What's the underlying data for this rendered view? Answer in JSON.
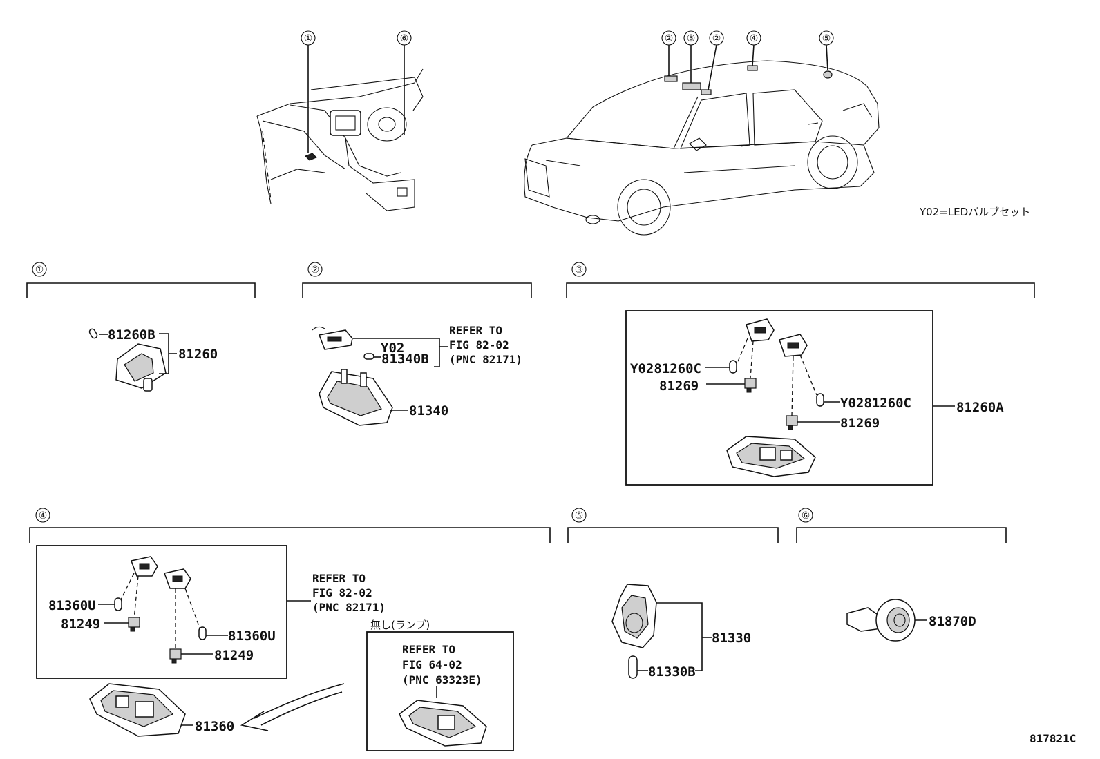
{
  "overview": {
    "dash_callouts": [
      "①",
      "⑥"
    ],
    "car_callouts": [
      "②",
      "③",
      "②",
      "④",
      "⑤"
    ],
    "legend_note": "Y02=LEDバルブセット"
  },
  "sections": {
    "s1": {
      "marker": "①",
      "parts": {
        "bulb": "81260B",
        "assembly": "81260"
      }
    },
    "s2": {
      "marker": "②",
      "parts": {
        "variant": "Y02",
        "bulb": "81340B",
        "assembly": "81340"
      },
      "refer": [
        "REFER TO",
        "FIG 82-02",
        "(PNC 82171)"
      ]
    },
    "s3": {
      "marker": "③",
      "parts": {
        "bulb_left": "Y0281260C",
        "socket_left": "81269",
        "bulb_right": "Y0281260C",
        "socket_right": "81269",
        "assembly": "81260A"
      }
    },
    "s4": {
      "marker": "④",
      "parts": {
        "bulb_left": "81360U",
        "socket_left": "81249",
        "bulb_right": "81360U",
        "socket_right": "81249",
        "assembly": "81360"
      },
      "refer": [
        "REFER TO",
        "FIG 82-02",
        "(PNC 82171)"
      ],
      "alt_caption": "無し(ランプ)",
      "alt_refer": [
        "REFER TO",
        "FIG 64-02",
        "(PNC 63323E)"
      ]
    },
    "s5": {
      "marker": "⑤",
      "parts": {
        "assembly": "81330",
        "bulb": "81330B"
      }
    },
    "s6": {
      "marker": "⑥",
      "parts": {
        "assembly": "81870D"
      }
    }
  },
  "figure_id": "817821C"
}
